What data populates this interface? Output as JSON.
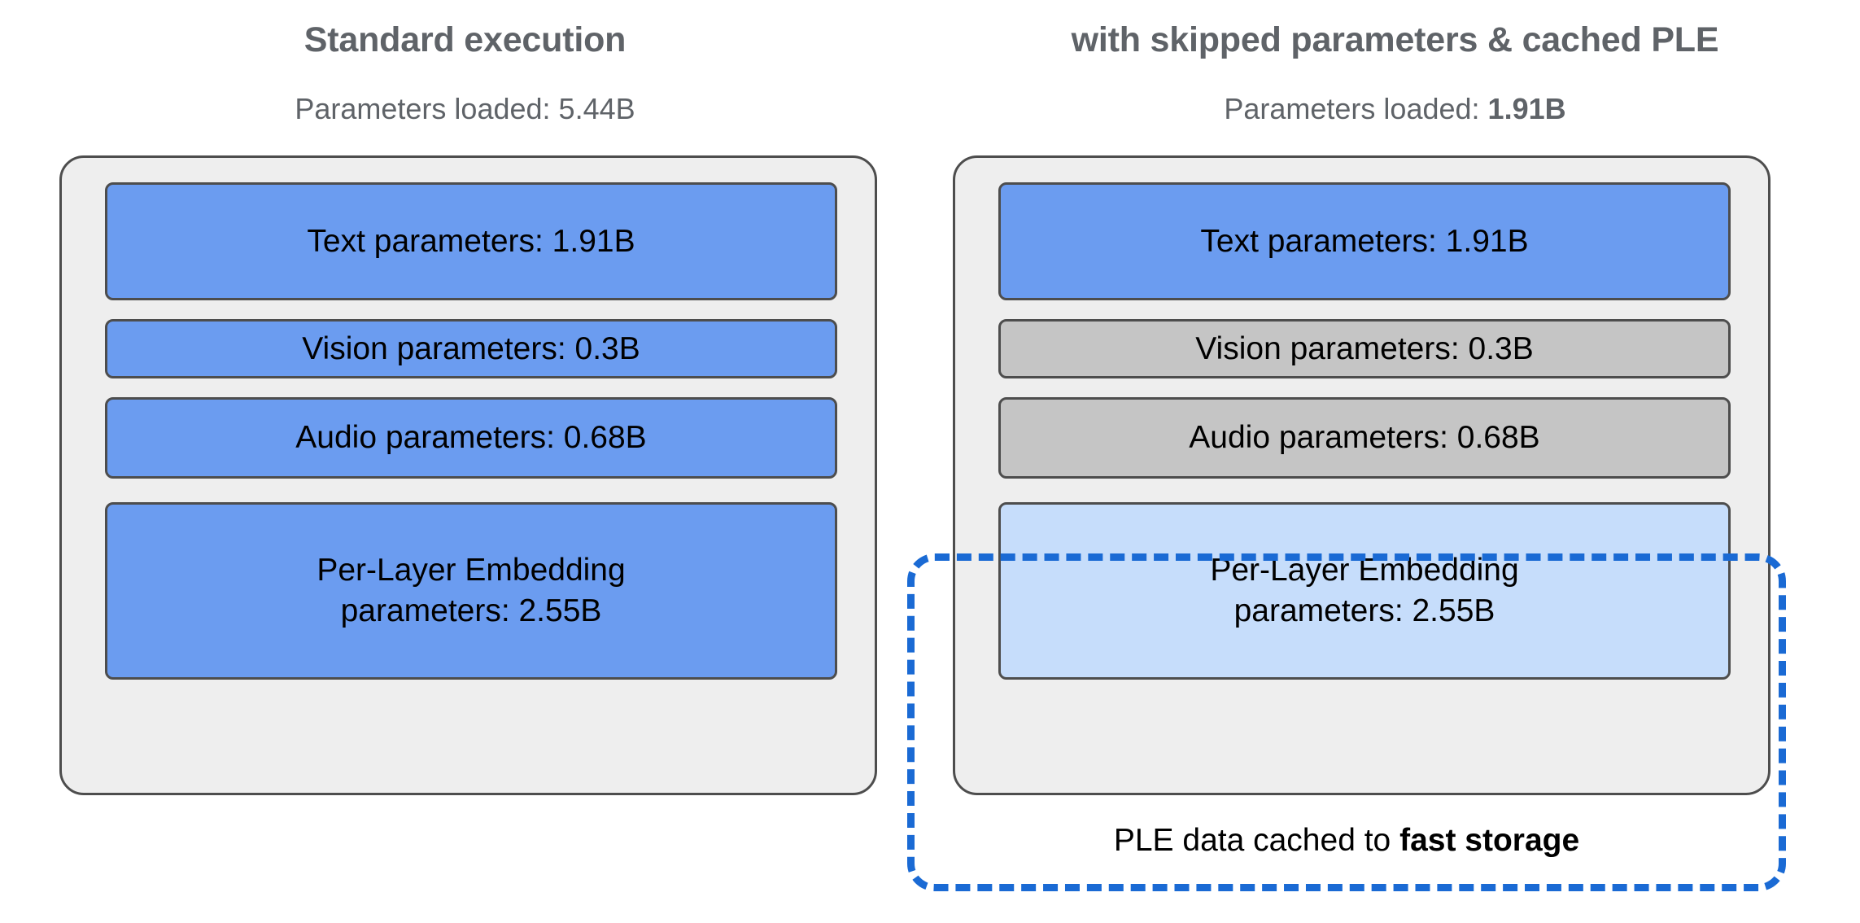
{
  "diagram": {
    "accent_blue": "#6b9cf0",
    "accent_lightblue": "#c6ddfb",
    "accent_gray": "#c5c5c5",
    "accent_dashed": "#1a6ad4",
    "panel_bg": "#eeeeee",
    "heading_color": "#5f6368"
  },
  "left": {
    "title": "Standard execution",
    "subtitle_prefix": "Parameters loaded: ",
    "subtitle_value": "5.44B",
    "subtitle_value_bold": false,
    "blocks": [
      {
        "label": "Text parameters: 1.91B",
        "state": "loaded",
        "fill": "blue"
      },
      {
        "label": "Vision parameters: 0.3B",
        "state": "loaded",
        "fill": "blue"
      },
      {
        "label": "Audio parameters: 0.68B",
        "state": "loaded",
        "fill": "blue"
      },
      {
        "label_line1": "Per-Layer Embedding",
        "label_line2": "parameters: 2.55B",
        "state": "loaded",
        "fill": "blue"
      }
    ]
  },
  "right": {
    "title": "with skipped parameters & cached PLE",
    "subtitle_prefix": "Parameters loaded: ",
    "subtitle_value": "1.91B",
    "subtitle_value_bold": true,
    "blocks": [
      {
        "label": "Text parameters: 1.91B",
        "state": "loaded",
        "fill": "blue"
      },
      {
        "label": "Vision parameters: 0.3B",
        "state": "skipped",
        "fill": "gray"
      },
      {
        "label": "Audio parameters: 0.68B",
        "state": "skipped",
        "fill": "gray"
      },
      {
        "label_line1": "Per-Layer Embedding",
        "label_line2": "parameters: 2.55B",
        "state": "cached",
        "fill": "lightblue"
      }
    ],
    "cache_caption_prefix": "PLE data cached to ",
    "cache_caption_strong": "fast storage"
  }
}
